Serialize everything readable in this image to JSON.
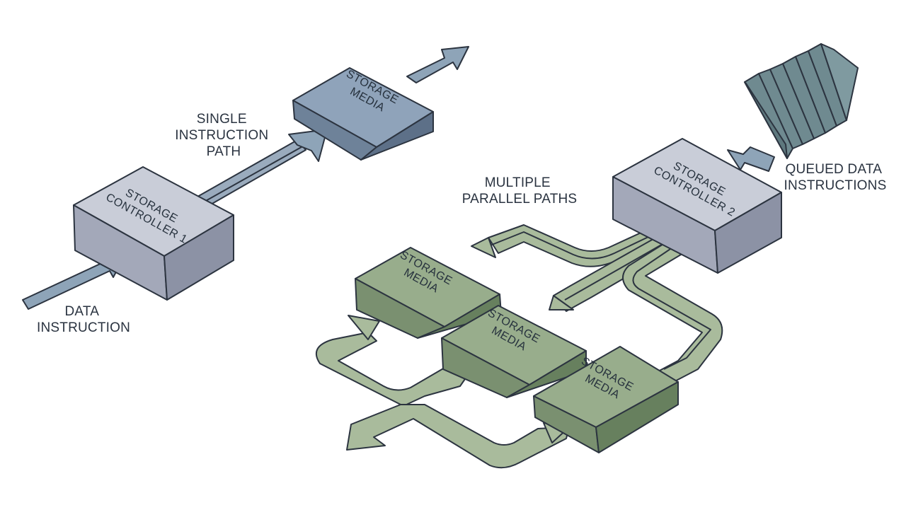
{
  "labels": {
    "data_instruction": [
      "DATA",
      "INSTRUCTION"
    ],
    "single_instruction_path": [
      "SINGLE",
      "INSTRUCTION",
      "PATH"
    ],
    "multiple_parallel_paths": [
      "MULTIPLE",
      "PARALLEL PATHS"
    ],
    "queued_data_instructions": [
      "QUEUED DATA",
      "INSTRUCTIONS"
    ]
  },
  "nodes": {
    "controller_1": [
      "STORAGE",
      "CONTROLLER 1"
    ],
    "controller_2": [
      "STORAGE",
      "CONTROLLER 2"
    ],
    "media_top": [
      "STORAGE",
      "MEDIA"
    ],
    "media_green_1": [
      "STORAGE",
      "MEDIA"
    ],
    "media_green_2": [
      "STORAGE",
      "MEDIA"
    ],
    "media_green_3": [
      "STORAGE",
      "MEDIA"
    ]
  },
  "colors": {
    "blue_gray_fill": "#8ea4b8",
    "controller_top": "#c9cdd8",
    "controller_side": "#9da3b4",
    "media_blue_top": "#8fa3ba",
    "media_blue_side": "#64788f",
    "media_green_top": "#98ad8c",
    "media_green_side": "#6f8566",
    "queue_fill": "#6f8a90",
    "outline": "#2c3440"
  }
}
